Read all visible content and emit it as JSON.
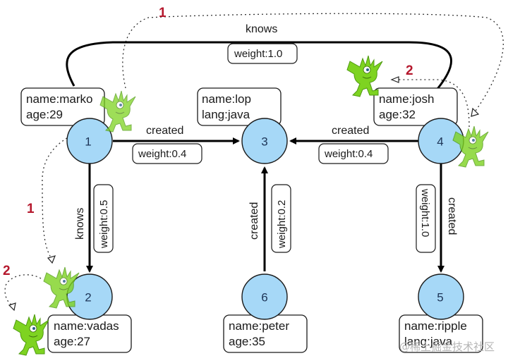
{
  "diagram": {
    "title": "TinkerPop property graph traversal",
    "node_fill_color": "#a6d8f7",
    "step_label_color": "#b5182d",
    "goblin_color": "#7ed321",
    "nodes": [
      {
        "id": "1",
        "props": [
          "name:marko",
          "age:29"
        ]
      },
      {
        "id": "2",
        "props": [
          "name:vadas",
          "age:27"
        ]
      },
      {
        "id": "3",
        "props": [
          "name:lop",
          "lang:java"
        ]
      },
      {
        "id": "4",
        "props": [
          "name:josh",
          "age:32"
        ]
      },
      {
        "id": "5",
        "props": [
          "name:ripple",
          "lang:java"
        ]
      },
      {
        "id": "6",
        "props": [
          "name:peter",
          "age:35"
        ]
      }
    ],
    "edges": [
      {
        "from": "1",
        "to": "4",
        "label": "knows",
        "weight": "weight:1.0"
      },
      {
        "from": "1",
        "to": "3",
        "label": "created",
        "weight": "weight:0.4"
      },
      {
        "from": "4",
        "to": "3",
        "label": "created",
        "weight": "weight:0.4"
      },
      {
        "from": "1",
        "to": "2",
        "label": "knows",
        "weight": "weight:0.5"
      },
      {
        "from": "6",
        "to": "3",
        "label": "created",
        "weight": "weight:0.2"
      },
      {
        "from": "4",
        "to": "5",
        "label": "created",
        "weight": "weight:1.0"
      }
    ],
    "traversal_steps": [
      {
        "label": "1",
        "description": "marko to josh"
      },
      {
        "label": "2",
        "description": "josh onward"
      },
      {
        "label": "1",
        "description": "marko to vadas"
      },
      {
        "label": "2",
        "description": "vadas onward"
      }
    ],
    "watermark": "@稀土掘金技术社区"
  }
}
